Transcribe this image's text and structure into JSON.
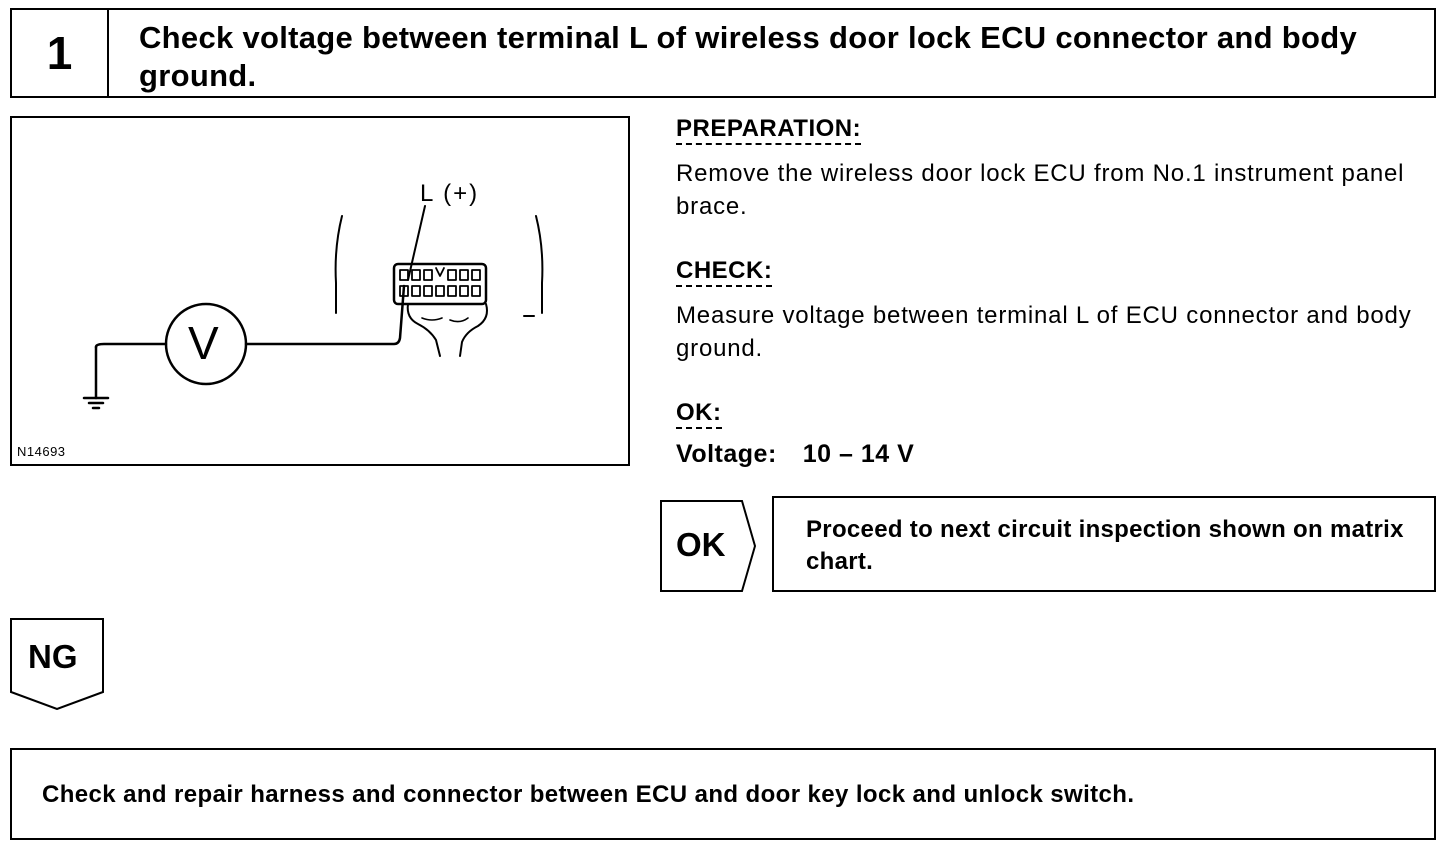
{
  "step": {
    "number": "1",
    "title": "Check voltage between terminal L of wireless door lock ECU connector and body ground."
  },
  "figure": {
    "code": "N14693",
    "terminal_label": "L (+)",
    "meter_symbol": "V"
  },
  "preparation": {
    "heading": "PREPARATION:",
    "text": "Remove the wireless door lock ECU from No.1 instrument panel brace."
  },
  "check": {
    "heading": "CHECK:",
    "text": "Measure voltage between terminal L of ECU connector and body ground."
  },
  "ok_spec": {
    "heading": "OK:",
    "label": "Voltage:",
    "value": "10 – 14 V"
  },
  "ok_result": {
    "tag": "OK",
    "text": "Proceed to next circuit inspection shown on matrix chart."
  },
  "ng_result": {
    "tag": "NG",
    "text": "Check and repair harness and connector between ECU and door key lock and unlock switch."
  }
}
